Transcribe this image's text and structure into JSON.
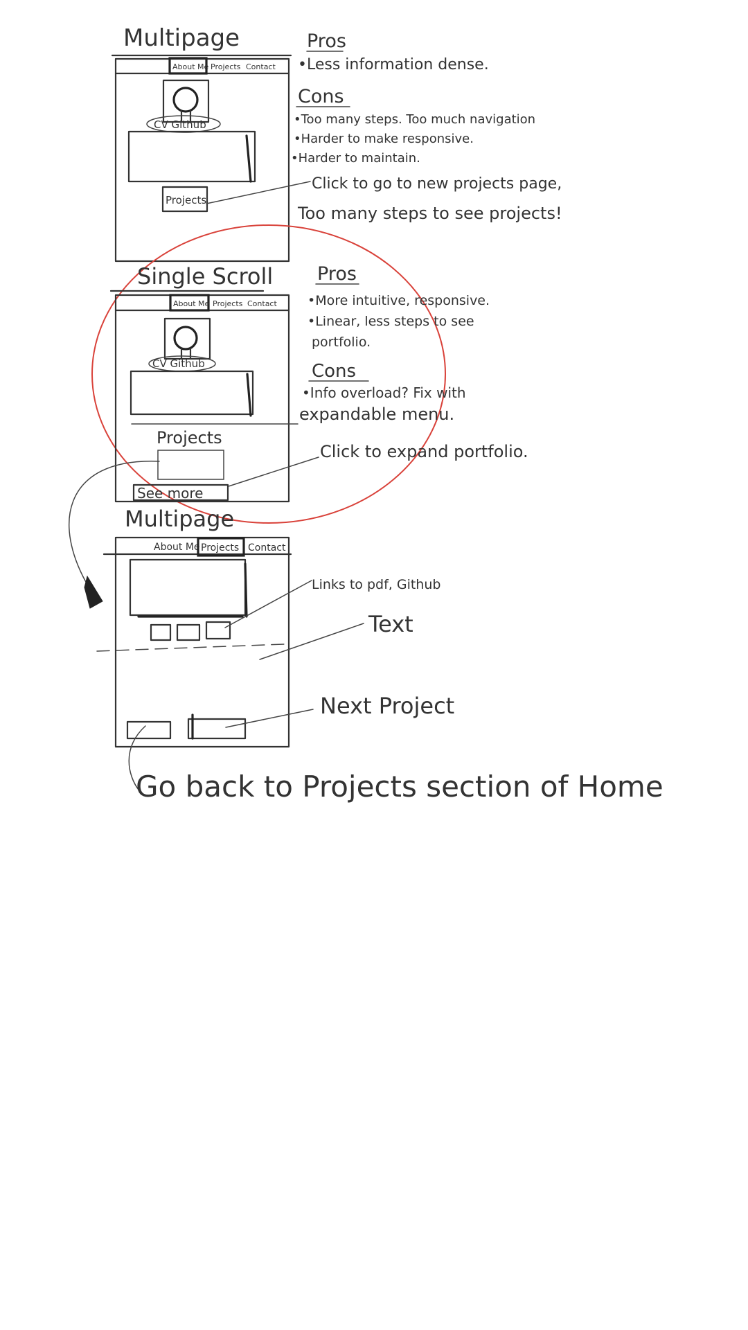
{
  "sections": [
    {
      "title": "Multipage",
      "nav": [
        "About Me",
        "Projects",
        "Contact"
      ],
      "profile_links": "CV Github",
      "button": "Projects",
      "pros_heading": "Pros",
      "pros": [
        "•Less information dense."
      ],
      "cons_heading": "Cons",
      "cons": [
        "•Too many steps. Too much navigation",
        "•Harder to make responsive.",
        "•Harder to maintain."
      ],
      "note_click": "Click to go to new projects page,",
      "note_steps": "Too many steps to see projects!"
    },
    {
      "title": "Single Scroll",
      "nav": [
        "About Me",
        "Projects",
        "Contact"
      ],
      "profile_links": "CV Github",
      "section_label": "Projects",
      "button": "See more",
      "pros_heading": "Pros",
      "pros": [
        "•More intuitive, responsive.",
        "•Linear, less steps to see",
        "portfolio."
      ],
      "cons_heading": "Cons",
      "cons": [
        "•Info overload? Fix with",
        "expandable menu."
      ],
      "note_click": "Click to expand portfolio."
    },
    {
      "title": "Multipage",
      "nav": [
        "About Me",
        "Projects",
        "Contact"
      ],
      "note_links": "Links to pdf, Github",
      "note_text": "Text",
      "note_next": "Next Project",
      "footer_note": "Go back to Projects section of Home"
    }
  ],
  "colors": {
    "ink": "#333333",
    "highlight_circle": "#d9423a"
  }
}
